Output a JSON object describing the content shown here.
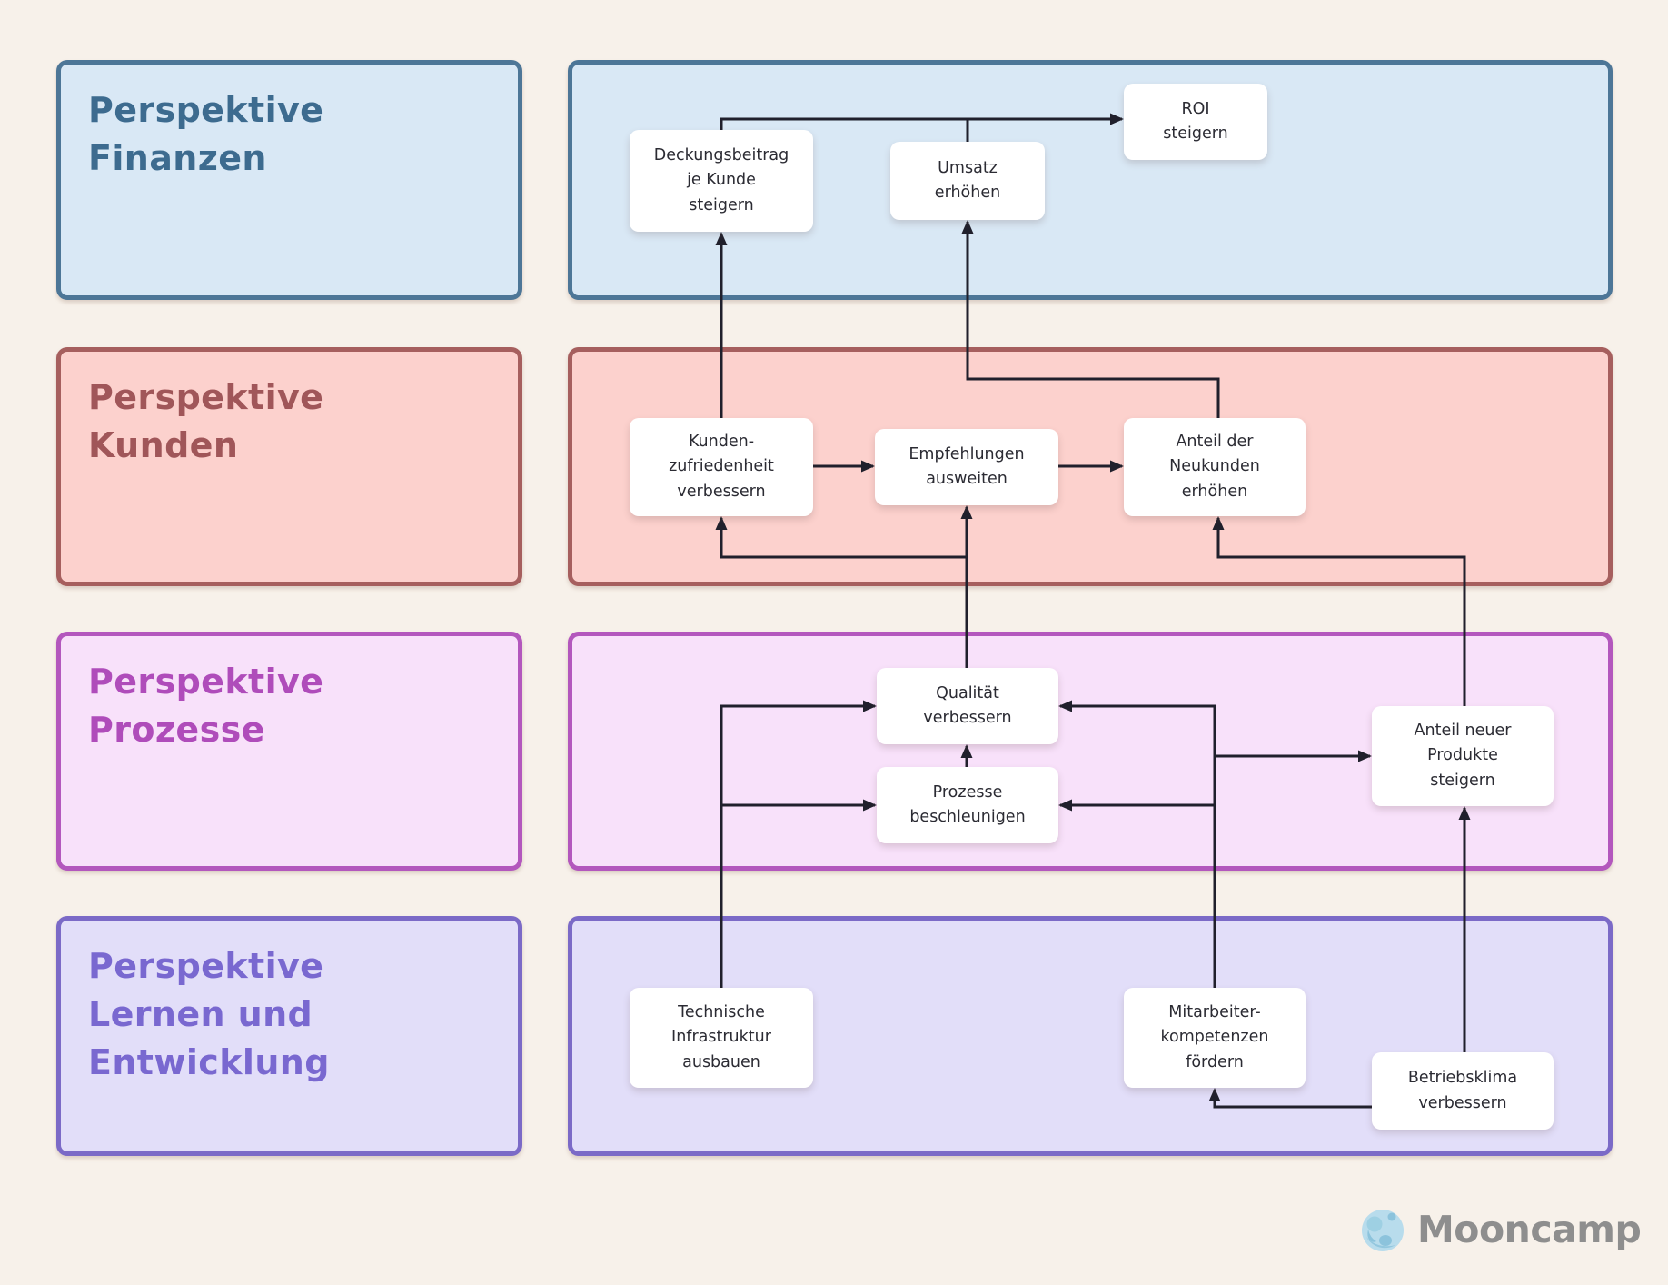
{
  "background_color": "#f7f1ea",
  "perspectives": [
    {
      "id": "finanzen",
      "label": "Perspektive\nFinanzen",
      "fill": "#d9e8f5",
      "border": "#4d7697",
      "text_color": "#3d6b8f"
    },
    {
      "id": "kunden",
      "label": "Perspektive\nKunden",
      "fill": "#fcd1cd",
      "border": "#a65f5e",
      "text_color": "#a05659"
    },
    {
      "id": "prozesse",
      "label": "Perspektive\nProzesse",
      "fill": "#f8e1fa",
      "border": "#b357bd",
      "text_color": "#af4cba"
    },
    {
      "id": "lernen",
      "label": "Perspektive\nLernen und\nEntwicklung",
      "fill": "#e2def9",
      "border": "#7b6ac7",
      "text_color": "#7968d0"
    }
  ],
  "nodes": {
    "deckungsbeitrag": "Deckungsbeitrag\nje Kunde\nsteigern",
    "umsatz": "Umsatz\nerhöhen",
    "roi": "ROI\nsteigern",
    "kundenzufriedenheit": "Kunden-\nzufriedenheit\nverbessern",
    "empfehlungen": "Empfehlungen\nausweiten",
    "neukunden": "Anteil der\nNeukunden\nerhöhen",
    "qualitaet": "Qualität\nverbessern",
    "prozesse_beschleunigen": "Prozesse\nbeschleunigen",
    "neue_produkte": "Anteil neuer\nProdukte\nsteigern",
    "infrastruktur": "Technische\nInfrastruktur\nausbauen",
    "mitarbeiter": "Mitarbeiter-\nkompetenzen\nfördern",
    "betriebsklima": "Betriebsklima\nverbessern"
  },
  "connections": [
    "deckungsbeitrag -> roi",
    "umsatz -> roi",
    "kundenzufriedenheit -> deckungsbeitrag",
    "neukunden -> umsatz",
    "kundenzufriedenheit -> empfehlungen",
    "empfehlungen -> neukunden",
    "qualitaet -> empfehlungen",
    "qualitaet -> kundenzufriedenheit",
    "neue_produkte -> neukunden",
    "infrastruktur -> qualitaet",
    "infrastruktur -> prozesse_beschleunigen",
    "mitarbeiter -> qualitaet",
    "mitarbeiter -> prozesse_beschleunigen",
    "mitarbeiter -> neue_produkte",
    "prozesse_beschleunigen -> qualitaet",
    "betriebsklima -> neue_produkte",
    "betriebsklima -> mitarbeiter"
  ],
  "arrow_color": "#20202c",
  "node_colors": {
    "fill": "#ffffff",
    "text": "#2b2b33"
  },
  "branding": {
    "logo_text": "Mooncamp",
    "logo_text_color": "#8e8e8e",
    "moon_color": "#b8dcec",
    "moon_shade": "#8cc3dc"
  }
}
